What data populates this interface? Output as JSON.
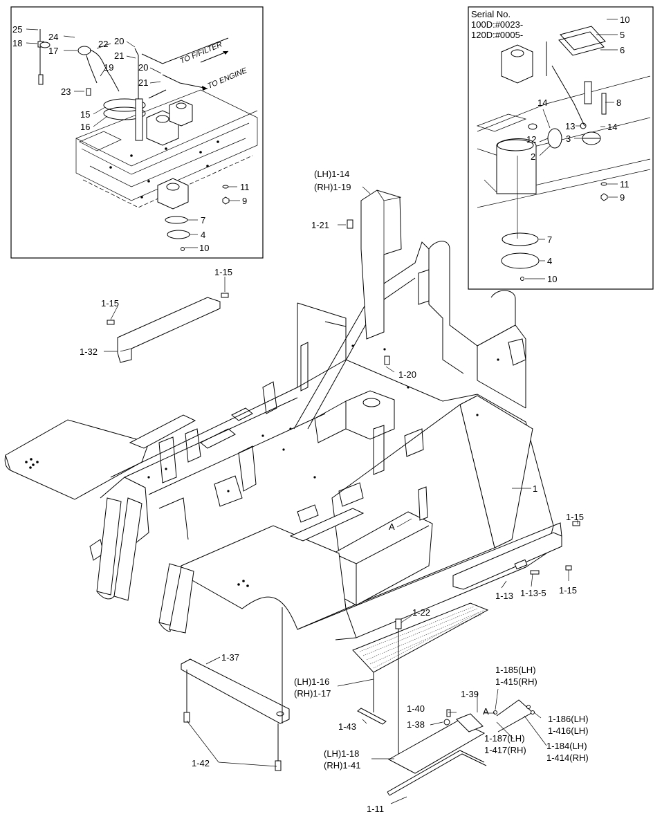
{
  "serial_note": {
    "title": "Serial No.",
    "line1": "100D:#0023-",
    "line2": "120D:#0005-"
  },
  "inset_left": {
    "arrow_labels": {
      "filter": "TO F/FILTER",
      "engine": "TO ENGINE"
    },
    "callouts": {
      "c25": "25",
      "c24": "24",
      "c18": "18",
      "c17": "17",
      "c22": "22",
      "c20a": "20",
      "c21a": "21",
      "c20b": "20",
      "c21b": "21",
      "c19": "19",
      "c23": "23",
      "c15": "15",
      "c16": "16",
      "c11": "11",
      "c9": "9",
      "c7": "7",
      "c4": "4",
      "c10": "10"
    }
  },
  "inset_right": {
    "callouts": {
      "c10a": "10",
      "c5": "5",
      "c6": "6",
      "c8": "8",
      "c14a": "14",
      "c13": "13",
      "c14b": "14",
      "c12": "12",
      "c3": "3",
      "c2": "2",
      "c11": "11",
      "c9": "9",
      "c7": "7",
      "c4": "4",
      "c10b": "10"
    }
  },
  "main": {
    "callouts": {
      "c1_14": "(LH)1-14",
      "c1_19": "(RH)1-19",
      "c1_21": "1-21",
      "c1_15a": "1-15",
      "c1_15b": "1-15",
      "c1_32": "1-32",
      "c1_20": "1-20",
      "c1": "1",
      "c1_15c": "1-15",
      "c1_15d": "1-15",
      "cA1": "A",
      "c1_13": "1-13",
      "c1_13_5": "1-13-5",
      "c1_22": "1-22",
      "c1_37": "1-37",
      "c1_16": "(LH)1-16",
      "c1_17": "(RH)1-17",
      "c1_39": "1-39",
      "c1_185": "1-185(LH)",
      "c1_415": "1-415(RH)",
      "c1_40": "1-40",
      "cA2": "A",
      "c1_186": "1-186(LH)",
      "c1_416": "1-416(LH)",
      "c1_43": "1-43",
      "c1_38": "1-38",
      "c1_187": "1-187(LH)",
      "c1_417": "1-417(RH)",
      "c1_184": "1-184(LH)",
      "c1_414": "1-414(RH)",
      "c1_18": "(LH)1-18",
      "c1_41": "(RH)1-41",
      "c1_42": "1-42",
      "c1_11": "1-11"
    }
  }
}
